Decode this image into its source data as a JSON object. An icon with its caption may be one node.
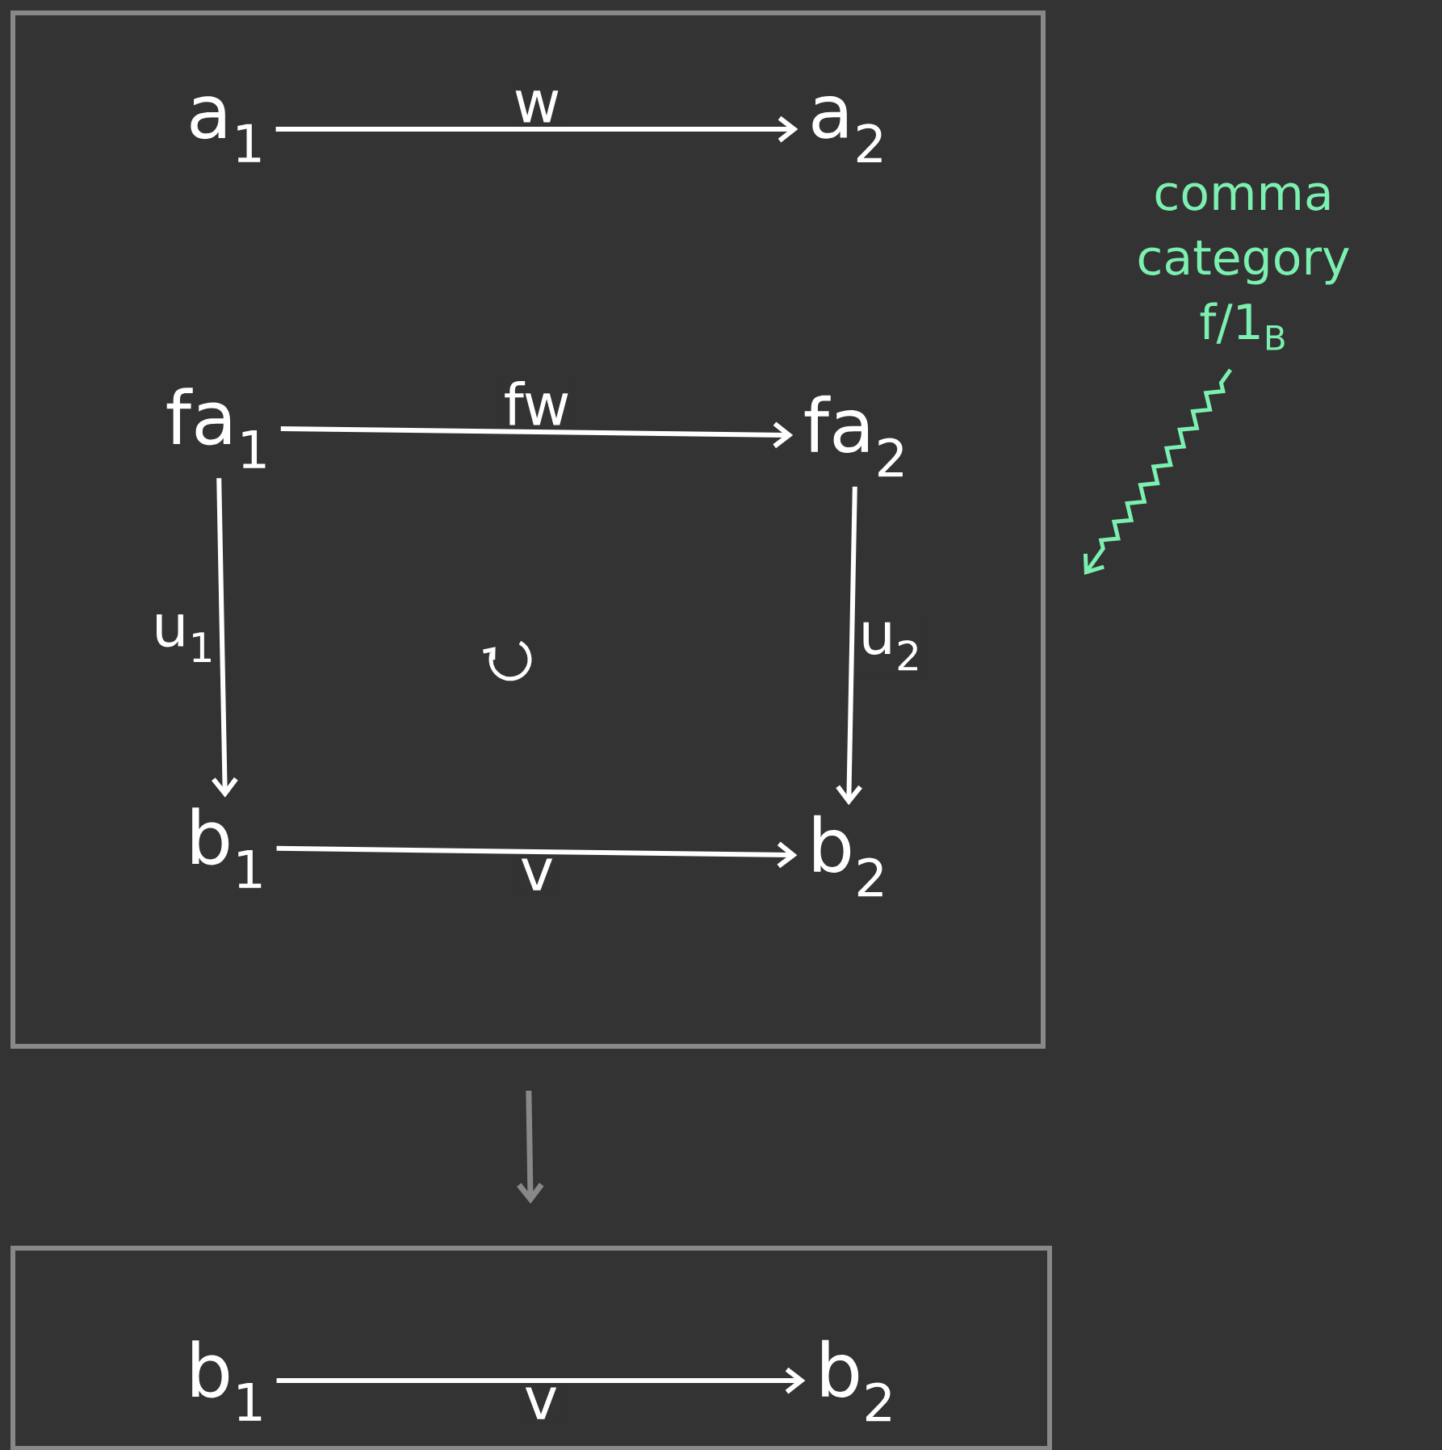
{
  "diagram": {
    "nodes": [
      {
        "text": [],
        "shape": "box"
      },
      {
        "text": [
          "a$_{1}$"
        ],
        "in": 0
      },
      {
        "text": [
          "a$_{2}$"
        ],
        "in": 0
      },
      {
        "text": [
          "fa$_{1}$"
        ],
        "in": 0
      },
      {
        "text": [
          "fa$_{2}$"
        ],
        "in": 0
      },
      {
        "text": [
          "b$_{1}$"
        ],
        "in": 0
      },
      {
        "text": [
          "b$_{2}$"
        ],
        "in": 0
      },
      {
        "text": [],
        "shape": "box"
      },
      {
        "text": [
          "b$_{1}$"
        ],
        "in": 7
      },
      {
        "text": [
          "b$_{2}$"
        ],
        "in": 7
      },
      {
        "text": [
          "comma category f/1$_{B}$"
        ]
      }
    ],
    "edges": [
      {
        "from": 1,
        "to": 2,
        "arrow": "to",
        "label": "w"
      },
      {
        "from": 3,
        "to": 4,
        "arrow": "to",
        "label": "fw"
      },
      {
        "from": 3,
        "to": 5,
        "arrow": "to",
        "label": "u$_{1}$"
      },
      {
        "from": 4,
        "to": 6,
        "arrow": "to",
        "label": "u$_{2}$"
      },
      {
        "from": 5,
        "to": 6,
        "arrow": "to",
        "label": "v"
      },
      {
        "from": 0,
        "to": 7,
        "arrow": "to",
        "color": "#888888"
      },
      {
        "from": 8,
        "to": 9,
        "arrow": "to",
        "label": "v"
      },
      {
        "from": 10,
        "to": 0,
        "arrow": "to",
        "color": "#7cf0b0"
      }
    ]
  }
}
